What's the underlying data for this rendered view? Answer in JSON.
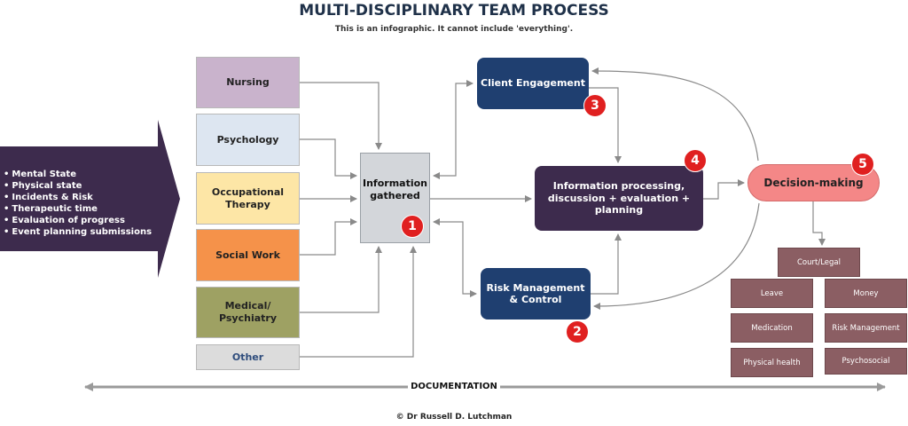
{
  "title": "MULTI-DISCIPLINARY TEAM PROCESS",
  "subtitle": "This is an infographic. It cannot include 'everything'.",
  "inputs": [
    "Mental State",
    "Physical state",
    "Incidents & Risk",
    "Therapeutic time",
    "Evaluation of progress",
    "Event planning submissions"
  ],
  "disciplines": {
    "nursing": "Nursing",
    "psychology": "Psychology",
    "ot_line1": "Occupational",
    "ot_line2": "Therapy",
    "social_work": "Social Work",
    "medical_line1": "Medical/",
    "medical_line2": "Psychiatry",
    "other": "Other"
  },
  "steps": {
    "info_line1": "Information",
    "info_line2": "gathered",
    "info_num": "1",
    "risk_line1": "Risk Management",
    "risk_line2": "& Control",
    "risk_num": "2",
    "client": "Client Engagement",
    "client_num": "3",
    "proc_line1": "Information processing,",
    "proc_line2": "discussion  + evaluation +",
    "proc_line3": "planning",
    "proc_num": "4",
    "decision": "Decision-making",
    "decision_num": "5"
  },
  "outcomes": {
    "court": "Court/Legal",
    "leave": "Leave",
    "money": "Money",
    "medication": "Medication",
    "risk": "Risk Management",
    "physical": "Physical health",
    "psychosocial": "Psychosocial"
  },
  "documentation": "DOCUMENTATION",
  "credit": "© Dr Russell D. Lutchman",
  "colors": {
    "nursing": "#c9b3cc",
    "psychology": "#dde6f1",
    "ot": "#fde6a6",
    "social_work": "#f5924a",
    "medical": "#9ea163",
    "other": "#dcdcdc",
    "blue_step": "#1f3f70",
    "process": "#3d2b4d",
    "decision": "#f48787",
    "badge": "#e02020",
    "outcome": "#8b5e63",
    "input_arrow": "#3d2b4d"
  }
}
